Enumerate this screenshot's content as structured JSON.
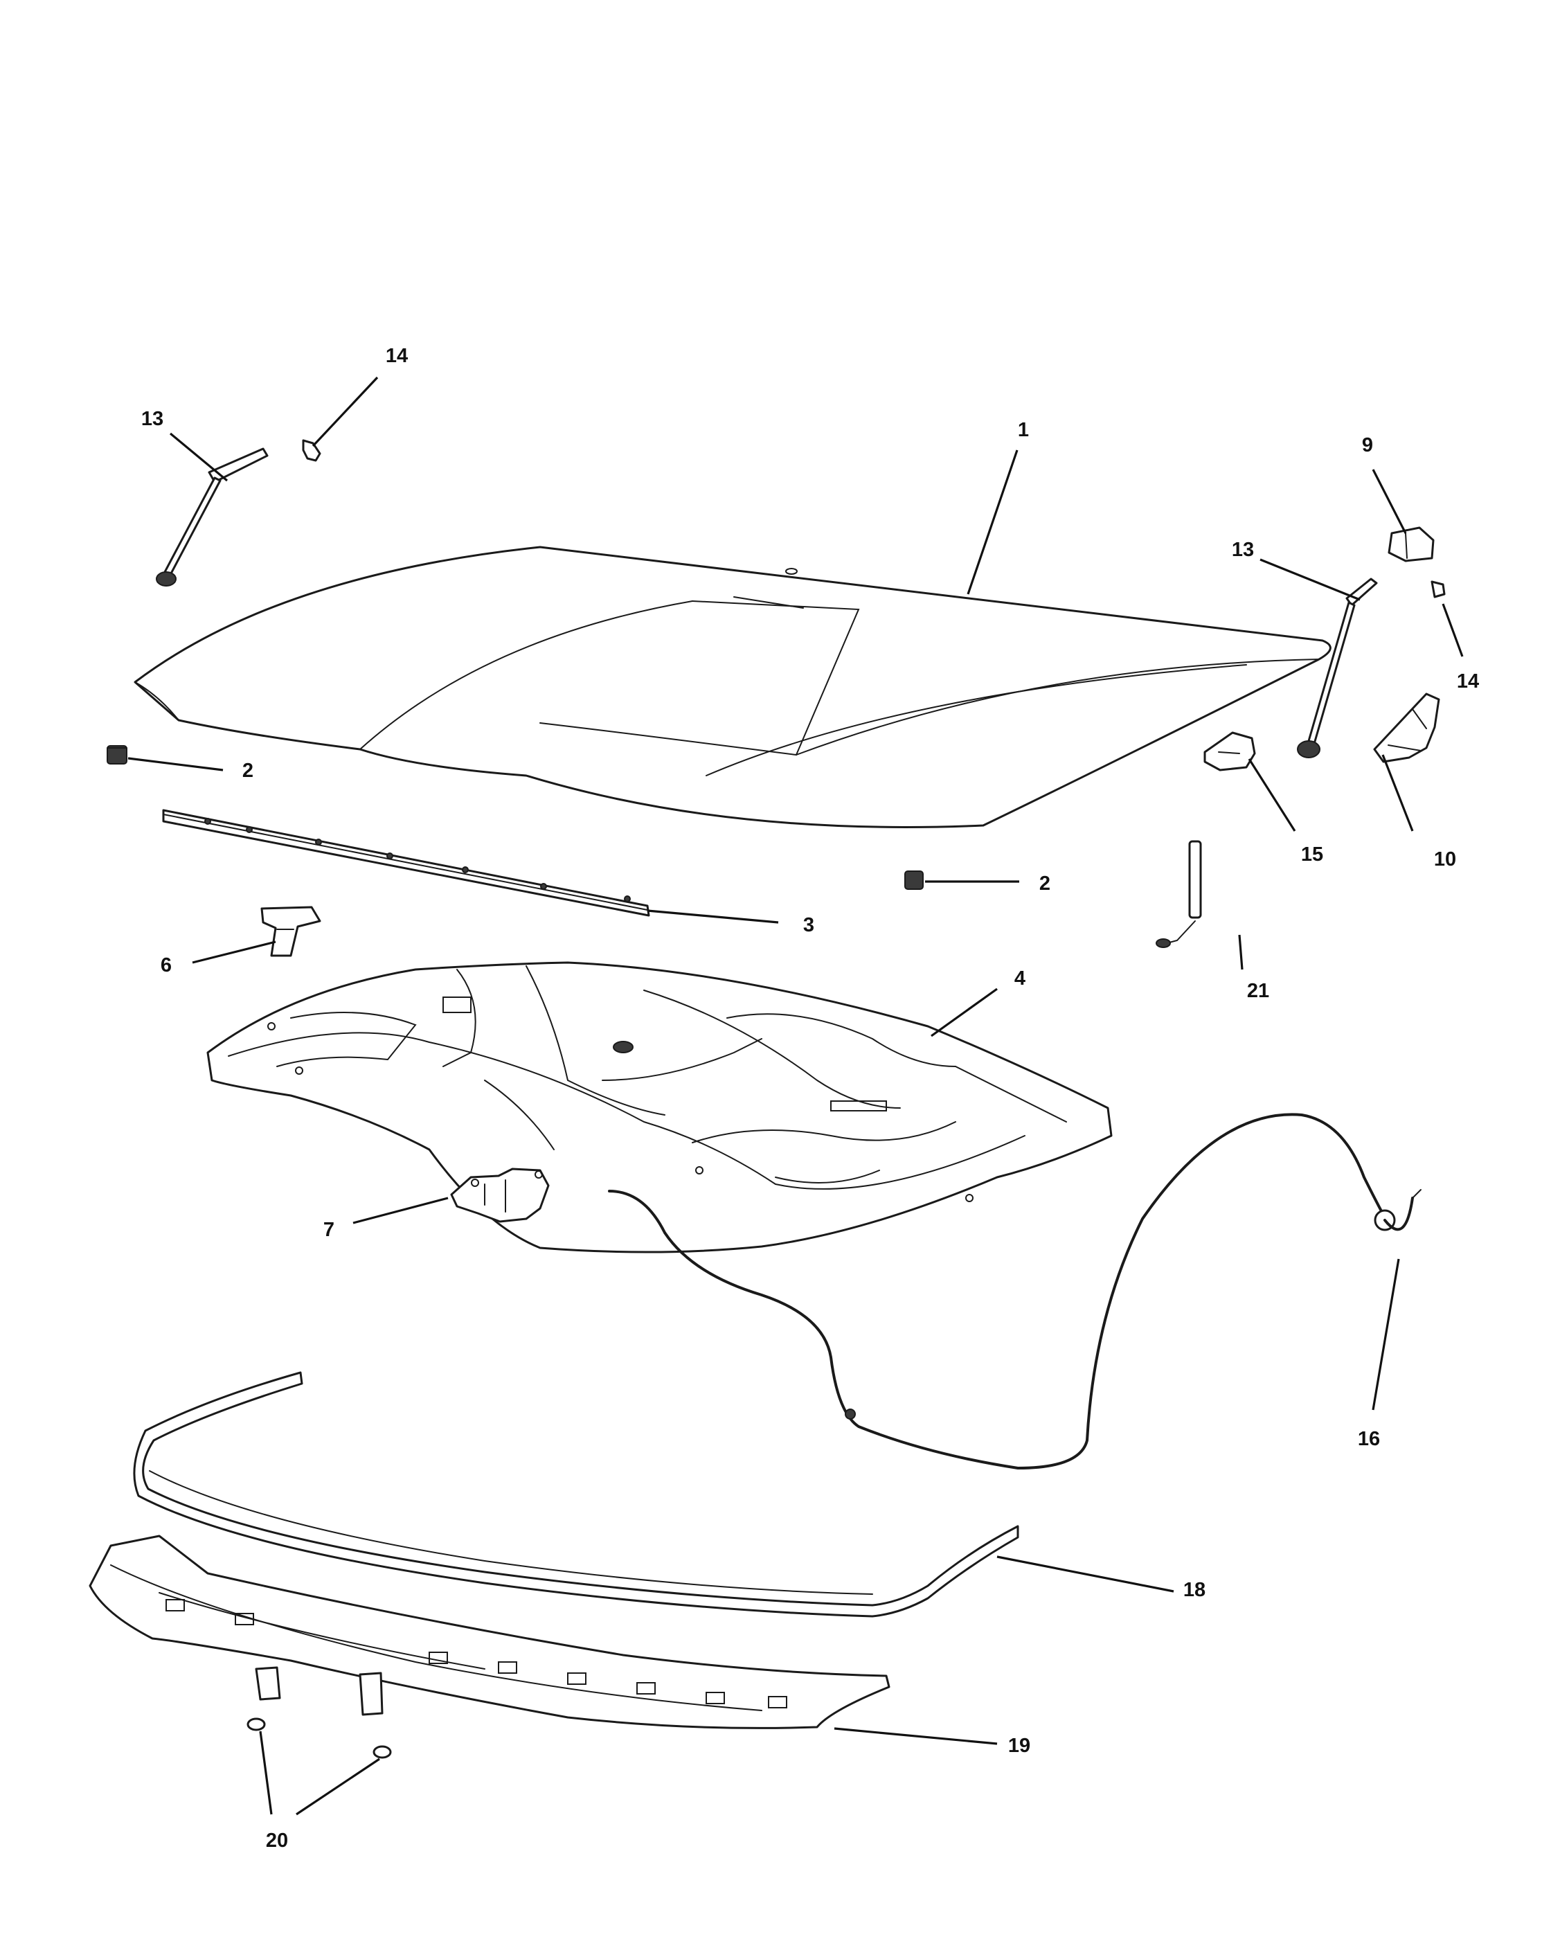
{
  "callouts": [
    {
      "id": "c1",
      "text": "1"
    },
    {
      "id": "c2a",
      "text": "2"
    },
    {
      "id": "c2b",
      "text": "2"
    },
    {
      "id": "c3",
      "text": "3"
    },
    {
      "id": "c4",
      "text": "4"
    },
    {
      "id": "c6",
      "text": "6"
    },
    {
      "id": "c7",
      "text": "7"
    },
    {
      "id": "c9",
      "text": "9"
    },
    {
      "id": "c10",
      "text": "10"
    },
    {
      "id": "c13a",
      "text": "13"
    },
    {
      "id": "c13b",
      "text": "13"
    },
    {
      "id": "c14a",
      "text": "14"
    },
    {
      "id": "c14b",
      "text": "14"
    },
    {
      "id": "c15",
      "text": "15"
    },
    {
      "id": "c16",
      "text": "16"
    },
    {
      "id": "c18",
      "text": "18"
    },
    {
      "id": "c19",
      "text": "19"
    },
    {
      "id": "c20",
      "text": "20"
    },
    {
      "id": "c21",
      "text": "21"
    }
  ]
}
